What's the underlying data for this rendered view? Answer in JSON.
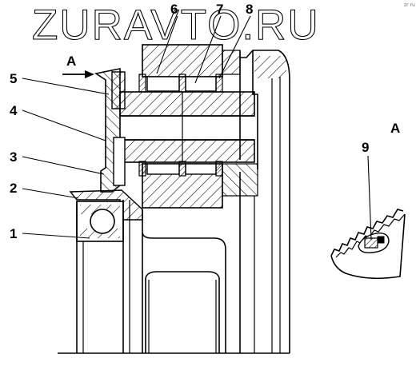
{
  "watermark": "ZURAVTO.RU",
  "corner_mark": "zr ru",
  "view_arrow_label": "A",
  "detail_view_label": "A",
  "callouts": [
    "1",
    "2",
    "3",
    "4",
    "5",
    "6",
    "7",
    "8",
    "9"
  ]
}
